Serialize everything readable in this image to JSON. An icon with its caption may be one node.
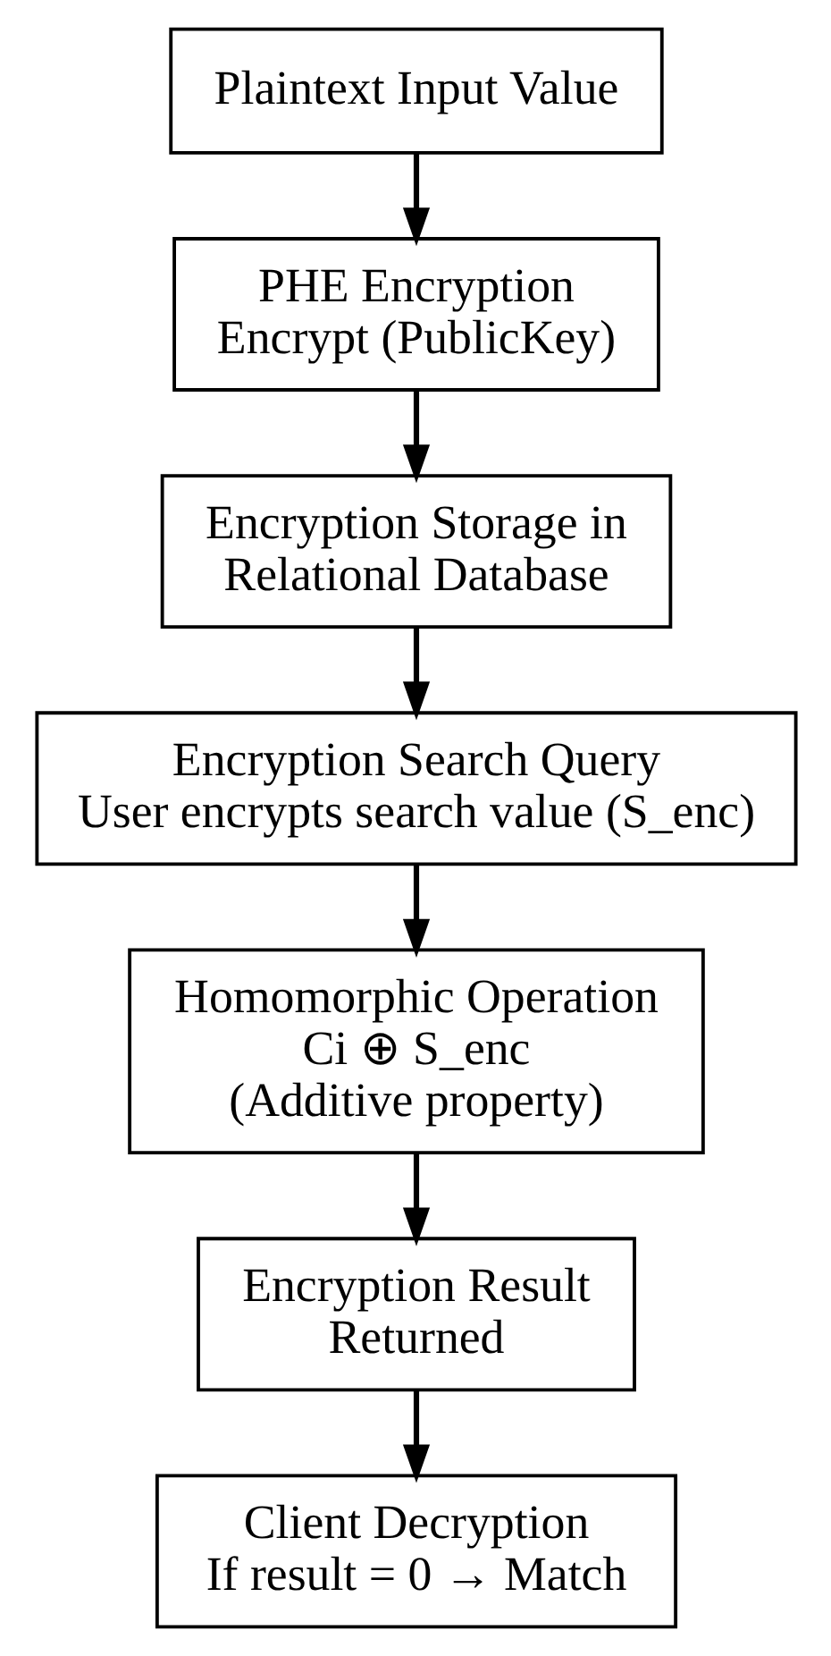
{
  "diagram": {
    "nodes": [
      {
        "text": [
          "Plaintext Input Value"
        ]
      },
      {
        "text": [
          "PHE Encryption",
          "Encrypt (PublicKey)"
        ]
      },
      {
        "text": [
          "Encryption Storage in Relational Database"
        ]
      },
      {
        "text": [
          "Encryption Search Query",
          "User encrypts search value (S_enc)"
        ]
      },
      {
        "text": [
          "Homomorphic Operation",
          "Ci ⊕ S_enc",
          "(Additive property)"
        ]
      },
      {
        "text": [
          "Encryption Result Returned"
        ]
      },
      {
        "text": [
          "Client Decryption",
          "If result = 0 → Match"
        ]
      }
    ],
    "edges": [
      {
        "from": 0,
        "to": 1,
        "arrow": "to"
      },
      {
        "from": 1,
        "to": 2,
        "arrow": "to"
      },
      {
        "from": 2,
        "to": 3,
        "arrow": "to"
      },
      {
        "from": 3,
        "to": 4,
        "arrow": "to"
      },
      {
        "from": 4,
        "to": 5,
        "arrow": "to"
      },
      {
        "from": 5,
        "to": 6,
        "arrow": "to"
      }
    ]
  }
}
